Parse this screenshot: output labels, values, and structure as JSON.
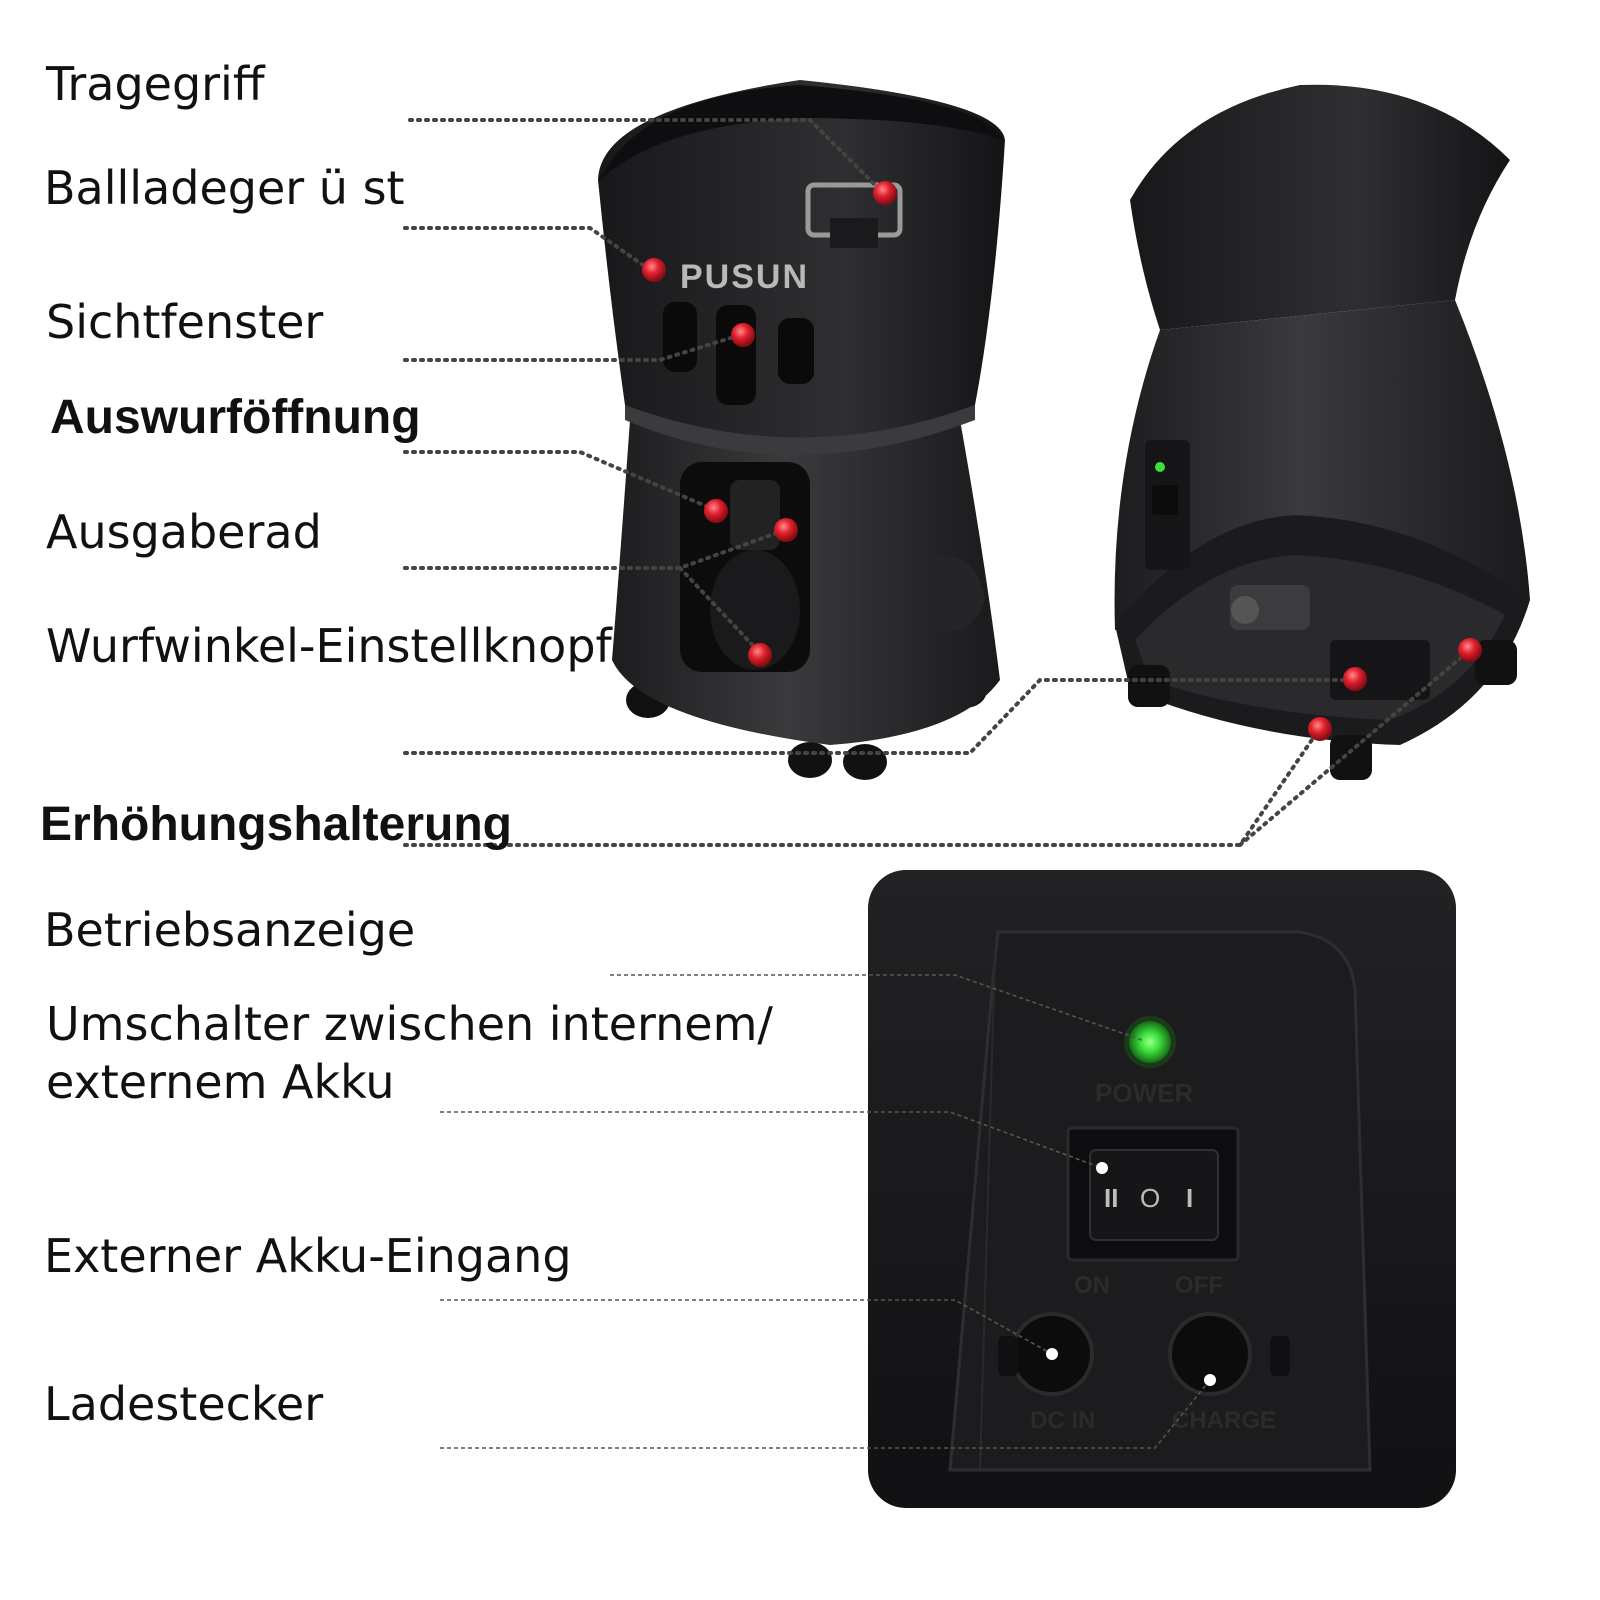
{
  "labels": {
    "tragegriff": "Tragegriff",
    "ballladegeruest": "Ballladeger ü st",
    "sichtfenster": "Sichtfenster",
    "auswurfoeffnung": "Auswurföffnung",
    "ausgaberad": "Ausgaberad",
    "wurfwinkel": "Wurfwinkel-Einstellknopf",
    "erhoehung": "Erhöhungshalterung",
    "betriebsanzeige": "Betriebsanzeige",
    "umschalter_line1": "Umschalter zwischen internem/",
    "umschalter_line2": "externem Akku",
    "externer_eingang": "Externer Akku-Eingang",
    "ladestecker": "Ladestecker"
  },
  "product": {
    "brand_logo": "PUSUN"
  },
  "panel": {
    "power_label": "POWER",
    "on_label": "ON",
    "off_label": "OFF",
    "switch_left_symbol": "II",
    "switch_mid_symbol": "O",
    "switch_right_symbol": "I",
    "dc_in_label": "DC IN",
    "charge_label": "CHARGE"
  },
  "colors": {
    "marker_red": "#e0202e",
    "power_led_green": "#3ee03e",
    "device_body": "#2d2d2f",
    "leader_line": "#444444"
  }
}
